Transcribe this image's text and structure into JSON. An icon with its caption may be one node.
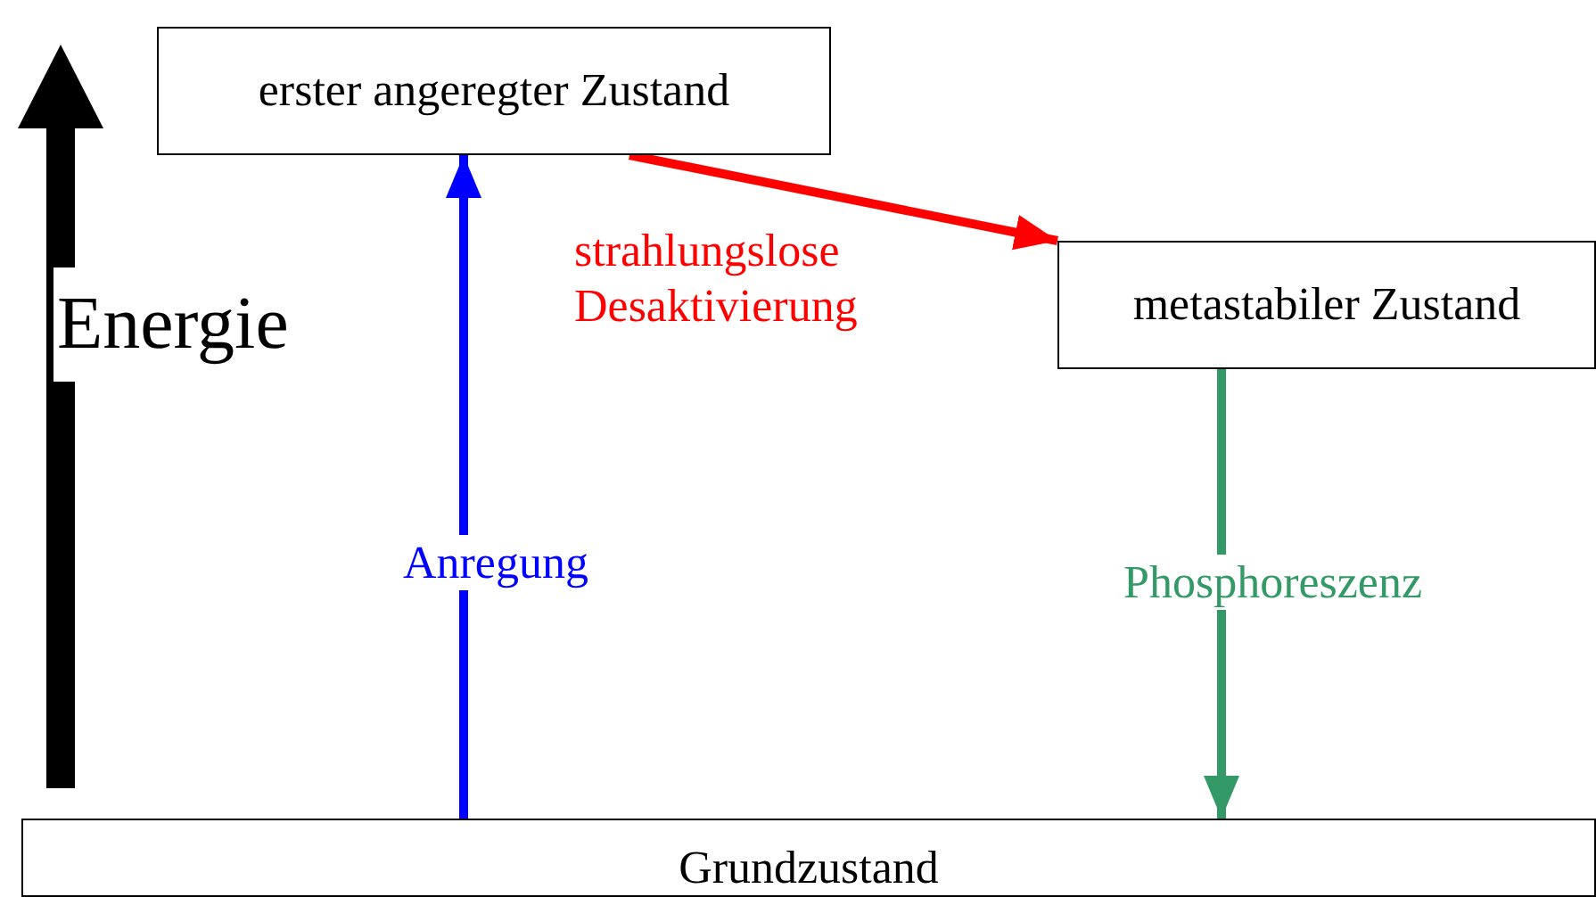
{
  "diagram": {
    "nodes": [
      {
        "text": [
          "erster angeregter Zustand"
        ]
      },
      {
        "text": [
          "metastabiler Zustand"
        ]
      },
      {
        "text": [
          "Grundzustand"
        ]
      }
    ],
    "edges": [
      {
        "from": 2,
        "to": 0,
        "arrow": "to",
        "label": "Anregung",
        "color": "#0000ff"
      },
      {
        "from": 0,
        "to": 1,
        "arrow": "to",
        "label": "strahlungslose Desaktivierung",
        "color": "#ff0000"
      },
      {
        "from": 1,
        "to": 2,
        "arrow": "to",
        "label": "Phosphoreszenz",
        "color": "#339966"
      }
    ],
    "labels": [
      "Energie"
    ]
  }
}
